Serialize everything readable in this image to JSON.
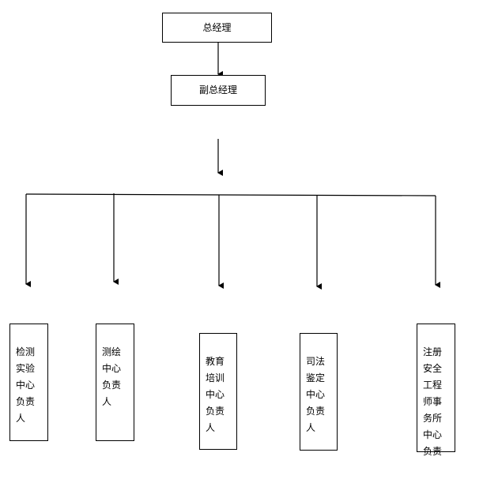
{
  "org_chart": {
    "top": {
      "label": "总经理"
    },
    "second": {
      "label": "副总经理"
    },
    "departments": [
      {
        "label": "检测\n实验\n中心\n负责\n人"
      },
      {
        "label": "测绘\n中心\n负责\n人"
      },
      {
        "label": "教育\n培训\n中心\n负责\n人"
      },
      {
        "label": "司法\n鉴定\n中心\n负责\n人"
      },
      {
        "label": "注册\n安全\n工程\n师事\n务所\n中心\n负责"
      }
    ]
  }
}
